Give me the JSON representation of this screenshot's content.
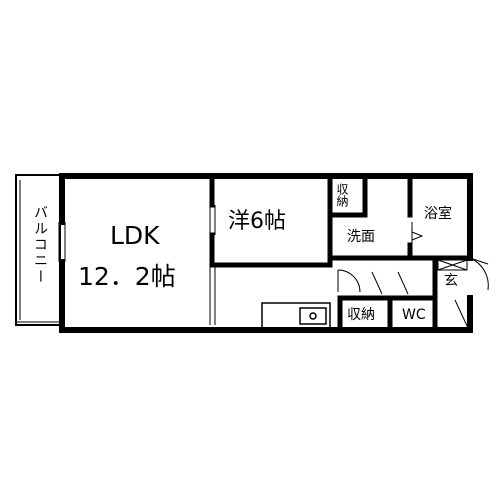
{
  "floorplan": {
    "balcony": "バルコニー",
    "ldk_name": "LDK",
    "ldk_size": "12．2帖",
    "western_room": "洋6帖",
    "storage_top": "収納",
    "washroom": "洗面",
    "bathroom": "浴室",
    "entrance": "玄",
    "storage_bottom": "収納",
    "toilet": "WC"
  }
}
